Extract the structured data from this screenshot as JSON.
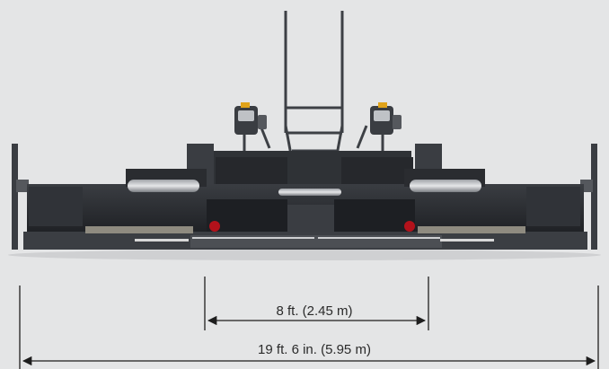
{
  "colors": {
    "background": "#e4e5e6",
    "machine_dark": "#2d2f33",
    "machine_mid": "#45484d",
    "machine_light": "#6b6e73",
    "accent_red": "#b3121b",
    "accent_yellow": "#e0a31a",
    "dimension_line": "#1e1e1e"
  },
  "machine": {
    "icon": "asphalt-paver-screed-rear-view"
  },
  "dimensions": {
    "inner_width_label": "8 ft. (2.45 m)",
    "outer_width_label": "19 ft. 6 in. (5.95 m)"
  }
}
